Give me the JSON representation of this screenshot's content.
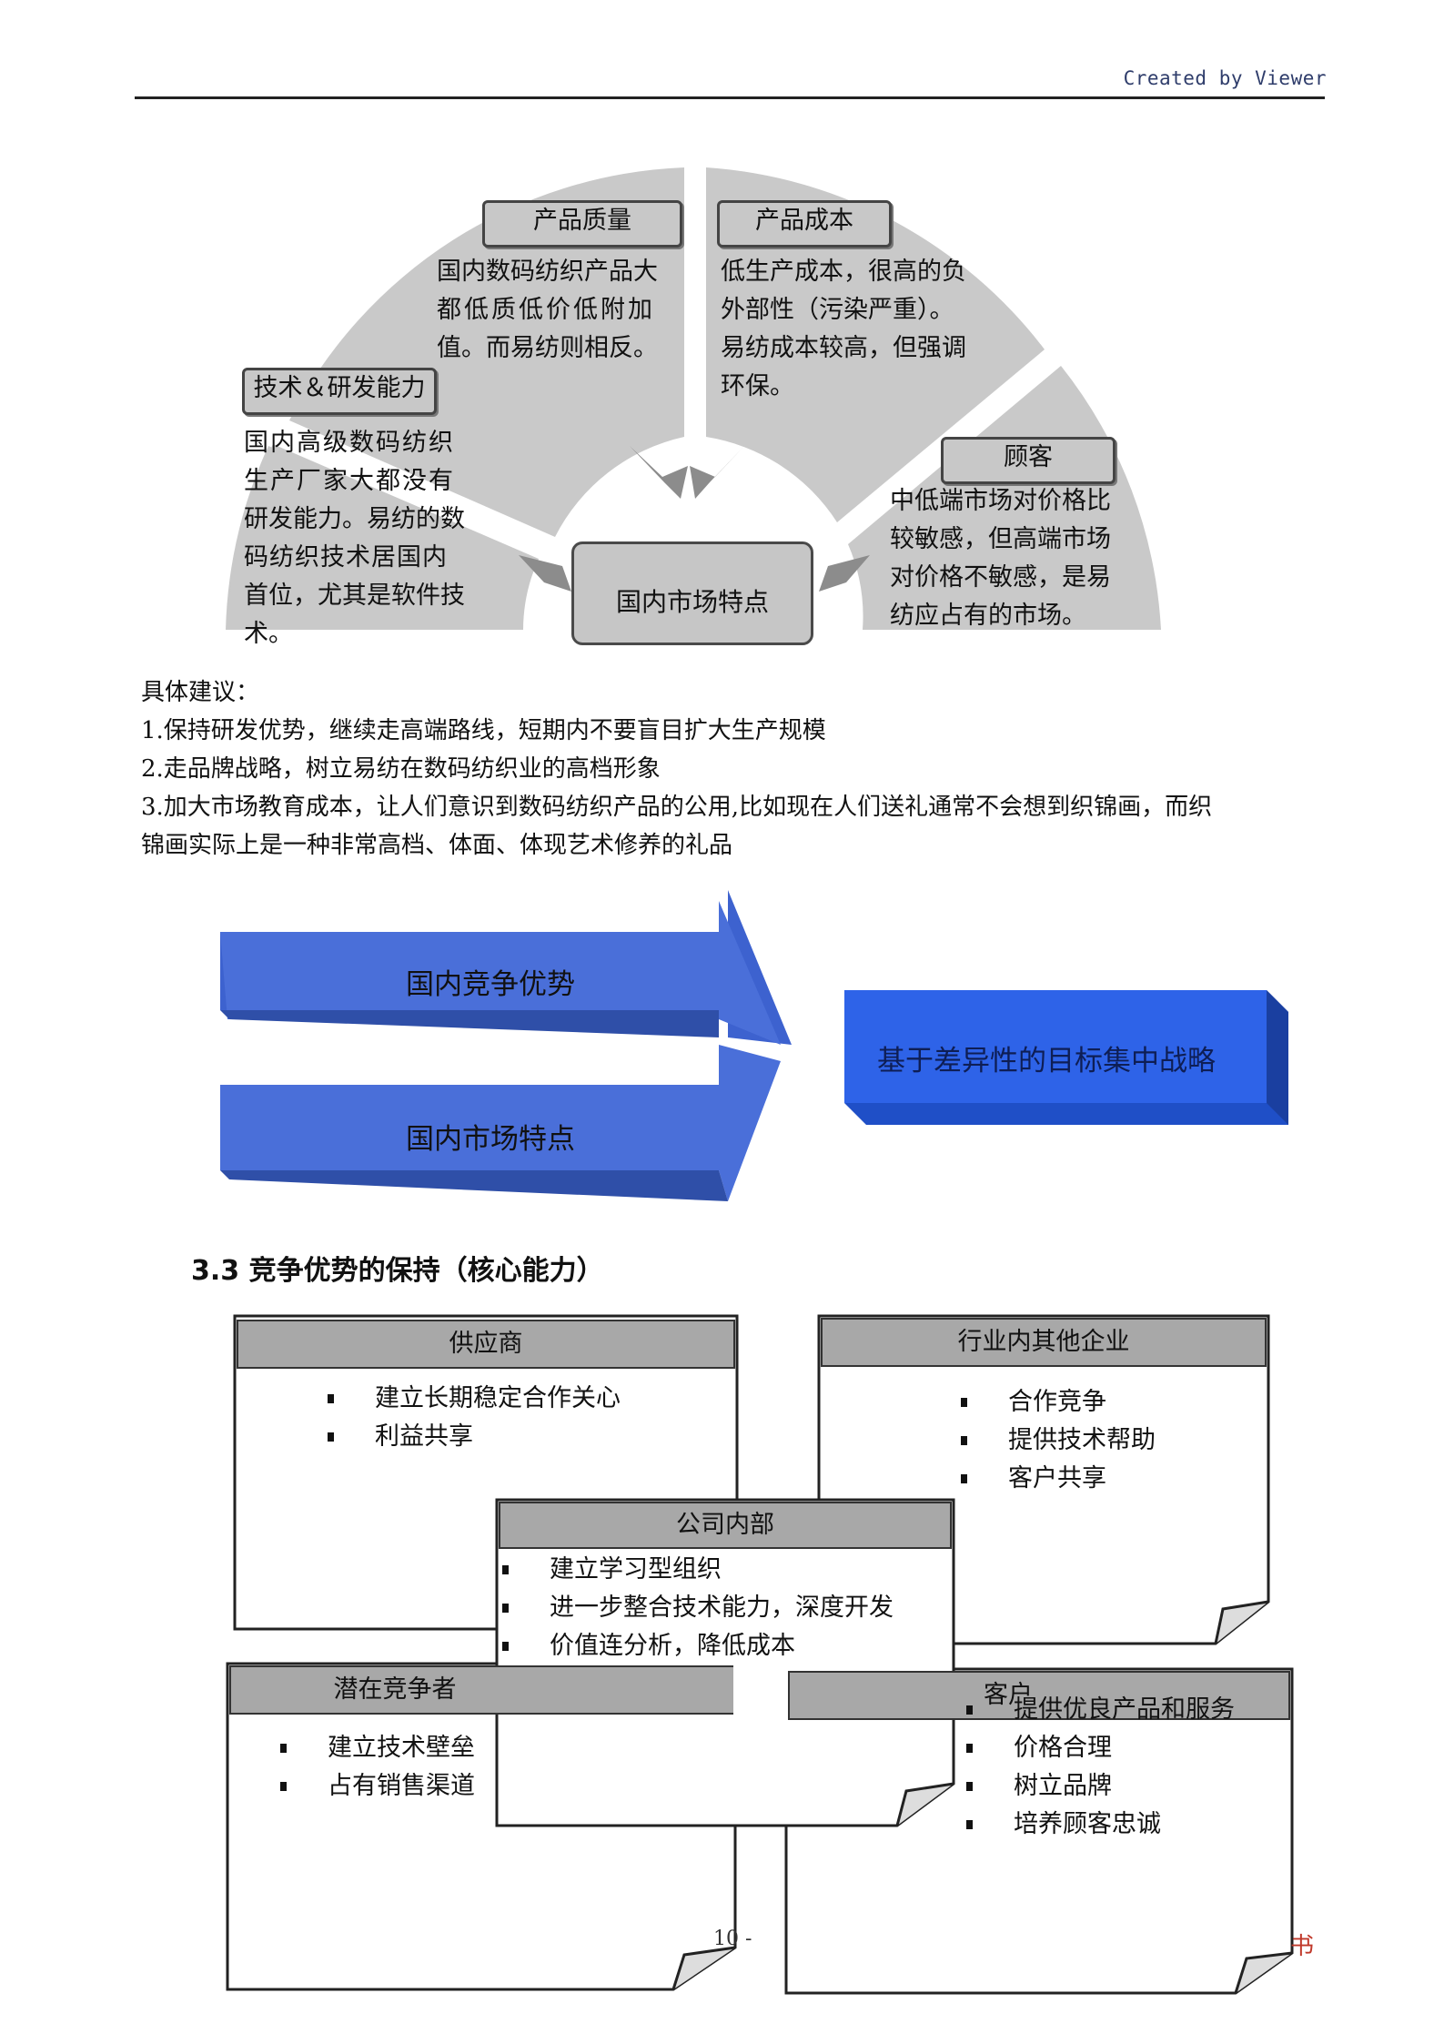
{
  "header": {
    "text": "Created by Viewer"
  },
  "fan": {
    "center": "国内市场特点",
    "segments": [
      {
        "title": "技术＆研发能力",
        "lines": [
          "国内高级数码纺织",
          "生产厂家大都没有",
          "研发能力。易纺的数",
          "码纺织技术居国内",
          "首位，尤其是软件技",
          "术。"
        ]
      },
      {
        "title": "产品质量",
        "lines": [
          "国内数码纺织产品大",
          "都低质低价低附加",
          "值。而易纺则相反。"
        ]
      },
      {
        "title": "产品成本",
        "lines": [
          "低生产成本，很高的负",
          "外部性（污染严重）。",
          "易纺成本较高，但强调",
          "环保。"
        ]
      },
      {
        "title": "顾客",
        "lines": [
          "中低端市场对价格比",
          "较敏感，但高端市场",
          "对价格不敏感，是易",
          "纺应占有的市场。"
        ]
      }
    ]
  },
  "suggestions": {
    "heading": "具体建议：",
    "items": [
      "1.保持研发优势，继续走高端路线，短期内不要盲目扩大生产规模",
      "2.走品牌战略，树立易纺在数码纺织业的高档形象",
      "3.加大市场教育成本，让人们意识到数码纺织产品的公用,比如现在人们送礼通常不会想到织锦画，而织",
      "锦画实际上是一种非常高档、体面、体现艺术修养的礼品"
    ]
  },
  "strategy": {
    "input1": "国内竞争优势",
    "input2": "国内市场特点",
    "output": "基于差异性的目标集中战略",
    "colors": {
      "arrow": "#4a6fd9",
      "target": "#2e63e8"
    }
  },
  "section": {
    "title": "3.3 竞争优势的保持（核心能力）"
  },
  "cards": {
    "supplier": {
      "title": "供应商",
      "items": [
        "建立长期稳定合作关心",
        "利益共享"
      ]
    },
    "industry": {
      "title": "行业内其他企业",
      "items": [
        "合作竞争",
        "提供技术帮助",
        "客户共享"
      ]
    },
    "internal": {
      "title": "公司内部",
      "items": [
        "建立学习型组织",
        "进一步整合技术能力，深度开发",
        "价值连分析，降低成本"
      ]
    },
    "potential": {
      "title": "潜在竞争者",
      "items": [
        "建立技术壁垒",
        "占有销售渠道"
      ]
    },
    "customer": {
      "title": "客户",
      "items": [
        "提供优良产品和服务",
        "价格合理",
        "树立品牌",
        "培养顾客忠诚"
      ]
    }
  },
  "footer": {
    "page": "10 -",
    "red_char": "书"
  }
}
